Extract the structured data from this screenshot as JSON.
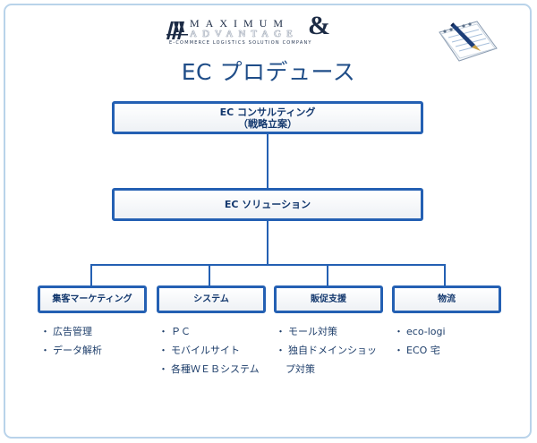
{
  "logo": {
    "line1": "MAXIMUM",
    "amp": "&",
    "line2": "ADVANTAGE",
    "tagline": "E-COMMERCE LOGISTICS SOLUTION COMPANY"
  },
  "title": "EC プロデュース",
  "top_box": {
    "line1": "EC コンサルティング",
    "line2": "（戦略立案）"
  },
  "mid_box": {
    "label": "EC ソリューション"
  },
  "bullet": "・",
  "columns": [
    {
      "label": "集客マーケティング",
      "items": [
        "広告管理",
        "データ解析"
      ]
    },
    {
      "label": "システム",
      "items": [
        "ＰＣ",
        "モバイルサイト",
        "各種ＷＥＢシステム"
      ]
    },
    {
      "label": "販促支援",
      "items": [
        "モール対策",
        "独自ドメインショッ",
        "プ対策"
      ]
    },
    {
      "label": "物流",
      "items": [
        "eco-logi",
        "ECO 宅"
      ]
    }
  ],
  "colors": {
    "accent": "#2460b3",
    "frame": "#b9d3ea",
    "text": "#1f4d88"
  },
  "icons": [
    "logo-mark-icon",
    "notepad-pen-icon"
  ]
}
